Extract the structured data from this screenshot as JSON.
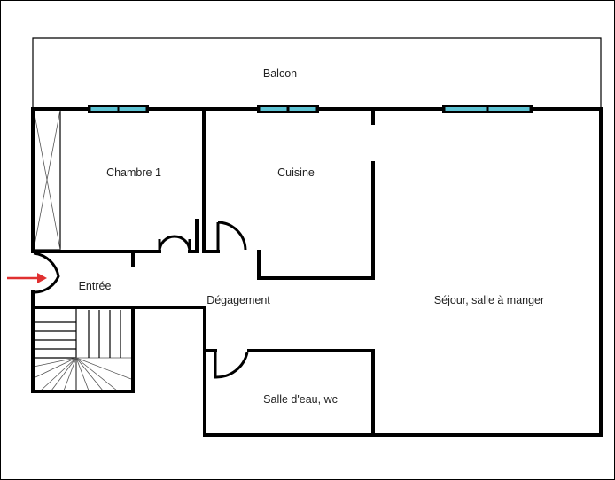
{
  "plan": {
    "rooms": {
      "balcon": "Balcon",
      "chambre": "Chambre 1",
      "cuisine": "Cuisine",
      "entree": "Entrée",
      "degagement": "Dégagement",
      "sejour": "Séjour, salle à manger",
      "salle_eau": "Salle d'eau, wc"
    },
    "colors": {
      "walls": "#000000",
      "window_glass": "#5ec3d3",
      "entry_arrow": "#e03030"
    },
    "icons": {
      "entry": "entry-arrow-icon",
      "stairs": "staircase-icon",
      "wardrobe": "wardrobe-icon"
    }
  }
}
